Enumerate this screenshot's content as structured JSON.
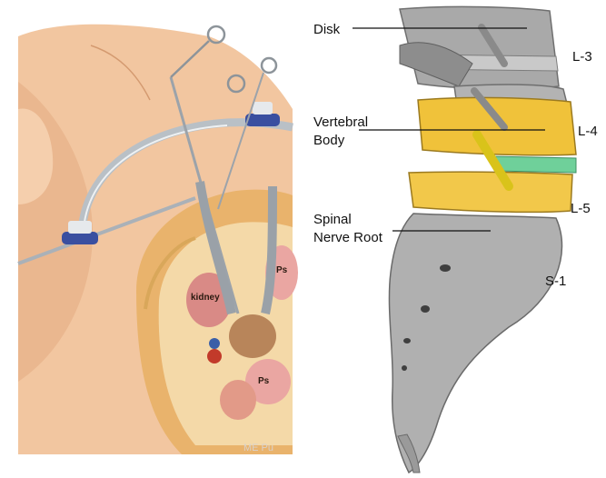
{
  "left_panel": {
    "anatomy_labels": {
      "kidney": "kidney",
      "psoas_top": "Ps",
      "psoas_bottom": "Ps"
    },
    "watermark": "ME Pu"
  },
  "right_panel": {
    "callouts": {
      "disk": "Disk",
      "vertebral_body_line1": "Vertebral",
      "vertebral_body_line2": "Body",
      "spinal_nerve_line1": "Spinal",
      "spinal_nerve_line2": "Nerve Root"
    },
    "levels": [
      "L-3",
      "L-4",
      "L-5",
      "S-1"
    ]
  },
  "colors": {
    "skin": "#f2c6a0",
    "bone_gray": "#9a9a9a",
    "vertebra_yellow": "#f0c23a",
    "disk_green": "#6fd09a",
    "retractor_blue": "#3a4fa0"
  }
}
